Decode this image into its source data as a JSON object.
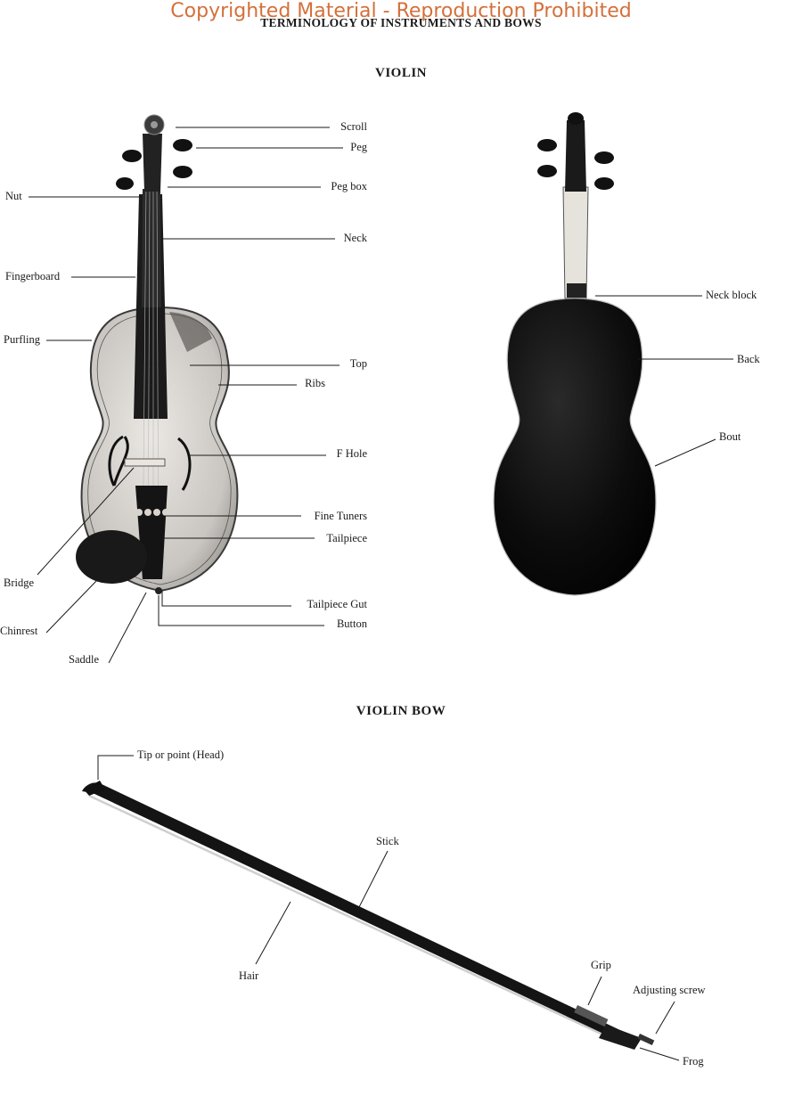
{
  "watermark": "Copyrighted Material - Reproduction Prohibited",
  "page_title": "TERMINOLOGY OF INSTRUMENTS AND BOWS",
  "violin": {
    "title": "VIOLIN",
    "front_labels": {
      "scroll": "Scroll",
      "peg": "Peg",
      "peg_box": "Peg box",
      "nut": "Nut",
      "neck": "Neck",
      "fingerboard": "Fingerboard",
      "purfling": "Purfling",
      "top": "Top",
      "ribs": "Ribs",
      "f_hole": "F Hole",
      "fine_tuners": "Fine Tuners",
      "tailpiece": "Tailpiece",
      "bridge": "Bridge",
      "tailpiece_gut": "Tailpiece Gut",
      "button": "Button",
      "chinrest": "Chinrest",
      "saddle": "Saddle"
    },
    "back_labels": {
      "neck_block": "Neck block",
      "back": "Back",
      "bout": "Bout"
    }
  },
  "bow": {
    "title": "VIOLIN BOW",
    "labels": {
      "tip": "Tip or point (Head)",
      "stick": "Stick",
      "hair": "Hair",
      "grip": "Grip",
      "adjusting_screw": "Adjusting screw",
      "frog": "Frog"
    }
  },
  "colors": {
    "watermark": "#d4703a",
    "ink": "#1a1a1a",
    "violin_top": "#d9d6d2",
    "violin_back": "#0d0d0d"
  }
}
